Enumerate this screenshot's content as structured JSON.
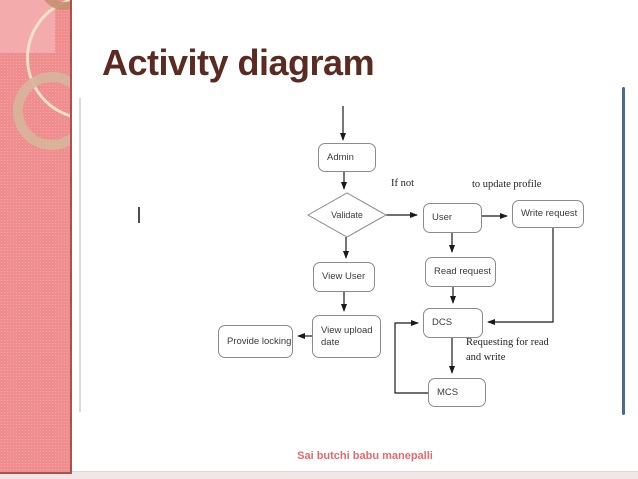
{
  "slide": {
    "title": "Activity diagram",
    "footer": "Sai butchi babu manepalli"
  },
  "diagram": {
    "nodes": {
      "admin": {
        "label": "Admin"
      },
      "validate": {
        "label": "Validate",
        "shape": "diamond"
      },
      "user": {
        "label": "User"
      },
      "write_request": {
        "label": "Write request"
      },
      "read_request": {
        "label": "Read request"
      },
      "dcs": {
        "label": "DCS"
      },
      "mcs": {
        "label": "MCS"
      },
      "view_user": {
        "label": "View User"
      },
      "view_upload_date": {
        "label": "View upload date"
      },
      "provide_locking": {
        "label": "Provide locking"
      }
    },
    "edge_labels": {
      "if_not": "If not",
      "to_update_profile": "to update profile",
      "requesting": "Requesting for read and write"
    },
    "edges": [
      {
        "from": "start",
        "to": "admin"
      },
      {
        "from": "admin",
        "to": "validate"
      },
      {
        "from": "validate",
        "to": "user",
        "label": "If not"
      },
      {
        "from": "user",
        "to": "write_request",
        "label": "to update profile"
      },
      {
        "from": "user",
        "to": "read_request"
      },
      {
        "from": "read_request",
        "to": "dcs"
      },
      {
        "from": "write_request",
        "to": "dcs"
      },
      {
        "from": "dcs",
        "to": "mcs",
        "label": "Requesting for read and write"
      },
      {
        "from": "mcs",
        "to": "dcs"
      },
      {
        "from": "validate",
        "to": "view_user"
      },
      {
        "from": "view_user",
        "to": "view_upload_date"
      },
      {
        "from": "view_upload_date",
        "to": "provide_locking"
      }
    ]
  },
  "colors": {
    "title": "#5b2b22",
    "footer": "#e8696b",
    "sidebar": "#ef8d8f",
    "sidebar_light": "#f4abab",
    "ring_cream": "#efe4cc",
    "ring_tan": "#d8b49b",
    "accent_line_blue": "#4c6a89",
    "node_border": "#8c8c8c",
    "arrow": "#1a1a1a"
  }
}
